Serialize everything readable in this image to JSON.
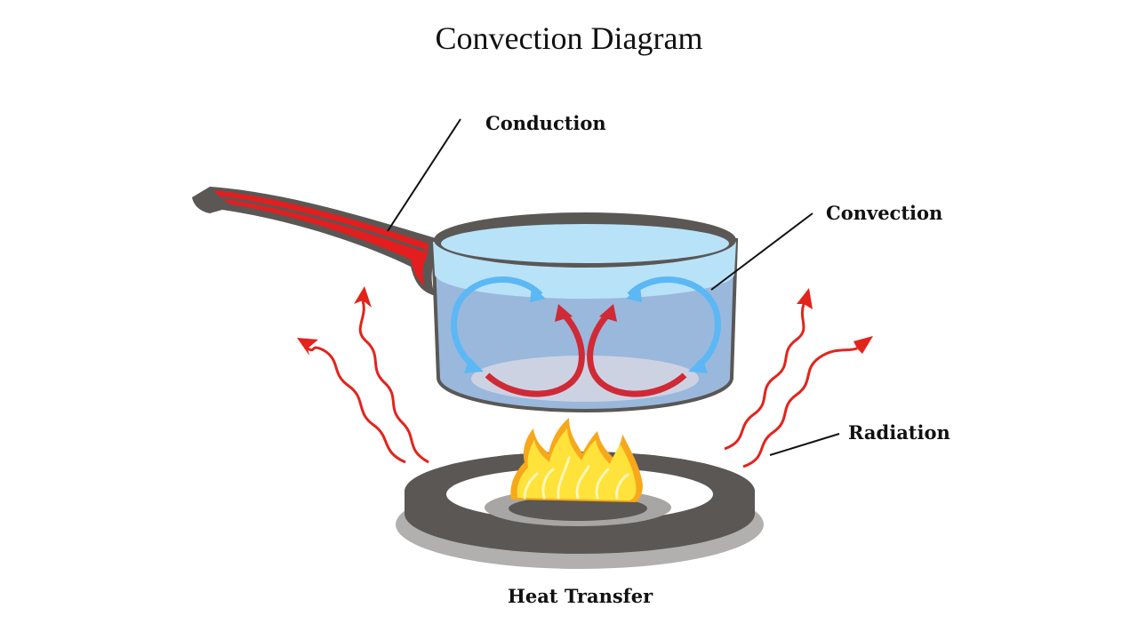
{
  "title": "Convection Diagram",
  "labels": {
    "conduction": "Conduction",
    "convection": "Convection",
    "radiation": "Radiation",
    "heat_transfer": "Heat Transfer"
  },
  "colors": {
    "heat_red": "#e3241b",
    "water_light": "#b8e2f8",
    "water_body": "#9ab8dc",
    "cool_arrow": "#5bb8f5",
    "warm_arrow": "#cf2a35",
    "metal_dark": "#5a5755",
    "flame_yellow": "#ffe23a",
    "flame_orange": "#f7a81b"
  }
}
